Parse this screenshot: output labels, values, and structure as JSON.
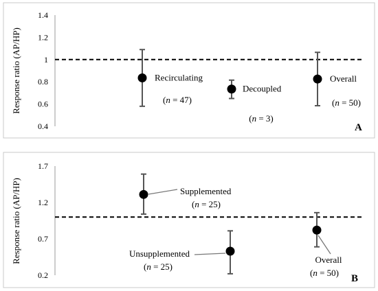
{
  "chart_data": [
    {
      "type": "scatter",
      "panel_label": "A",
      "title": "",
      "xlabel": "",
      "ylabel": "Response ratio (AP/HP)",
      "ylim": [
        0.4,
        1.4
      ],
      "yticks": [
        "1.4",
        "1.2",
        "1",
        "0.8",
        "0.6",
        "0.4"
      ],
      "reference_line": 1.0,
      "grid": false,
      "points": [
        {
          "label": "Recirculating",
          "n_label": "(n = 47)",
          "mean": 0.835,
          "lower": 0.58,
          "upper": 1.09
        },
        {
          "label": "Decoupled",
          "n_label": "(n = 3)",
          "mean": 0.735,
          "lower": 0.65,
          "upper": 0.815
        },
        {
          "label": "Overall",
          "n_label": "(n = 50)",
          "mean": 0.825,
          "lower": 0.585,
          "upper": 1.065
        }
      ]
    },
    {
      "type": "scatter",
      "panel_label": "B",
      "title": "",
      "xlabel": "",
      "ylabel": "Response ratio (AP/HP)",
      "ylim": [
        0.2,
        1.7
      ],
      "yticks": [
        "1.7",
        "1.2",
        "0.7",
        "0.2"
      ],
      "reference_line": 1.0,
      "grid": false,
      "points": [
        {
          "label": "Supplemented",
          "n_label": "(n = 25)",
          "mean": 1.31,
          "lower": 1.04,
          "upper": 1.59
        },
        {
          "label": "Unsupplemented",
          "n_label": "(n = 25)",
          "mean": 0.53,
          "lower": 0.22,
          "upper": 0.81
        },
        {
          "label": "Overall",
          "n_label": "(n = 50)",
          "mean": 0.82,
          "lower": 0.59,
          "upper": 1.06
        }
      ]
    }
  ]
}
